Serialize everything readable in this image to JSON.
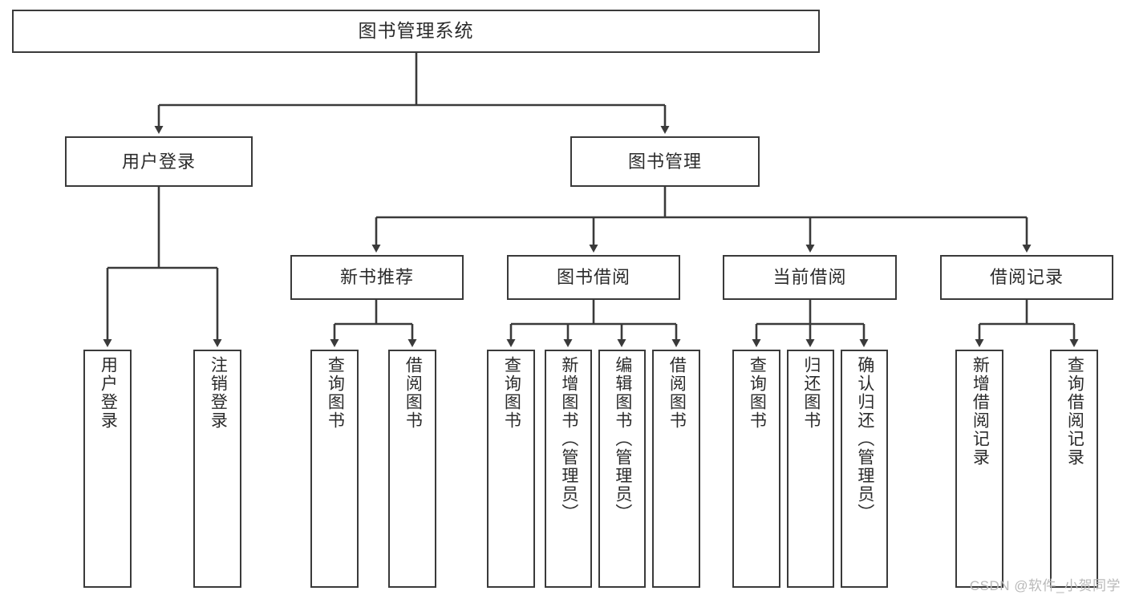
{
  "diagram": {
    "title": "图书管理系统",
    "type": "tree-hierarchy-diagram",
    "colors": {
      "stroke": "#3a3a3a",
      "fill": "#ffffff",
      "text": "#2b2b2b",
      "watermark": "#b9b9b9"
    },
    "root": {
      "label": "图书管理系统"
    },
    "level2": [
      {
        "label": "用户登录"
      },
      {
        "label": "图书管理"
      }
    ],
    "level3": [
      {
        "label": "新书推荐"
      },
      {
        "label": "图书借阅"
      },
      {
        "label": "当前借阅"
      },
      {
        "label": "借阅记录"
      }
    ],
    "leaves": {
      "user_login": [
        {
          "label": "用户登录"
        },
        {
          "label": "注销登录"
        }
      ],
      "new_book_recommend": [
        {
          "label": "查询图书"
        },
        {
          "label": "借阅图书"
        }
      ],
      "book_borrow": [
        {
          "label": "查询图书"
        },
        {
          "label": "新增图书（管理员）"
        },
        {
          "label": "编辑图书（管理员）"
        },
        {
          "label": "借阅图书"
        }
      ],
      "current_borrow": [
        {
          "label": "查询图书"
        },
        {
          "label": "归还图书"
        },
        {
          "label": "确认归还（管理员）"
        }
      ],
      "borrow_record": [
        {
          "label": "新增借阅记录"
        },
        {
          "label": "查询借阅记录"
        }
      ]
    }
  },
  "watermark": {
    "text": "CSDN @软件_小贺同学"
  }
}
